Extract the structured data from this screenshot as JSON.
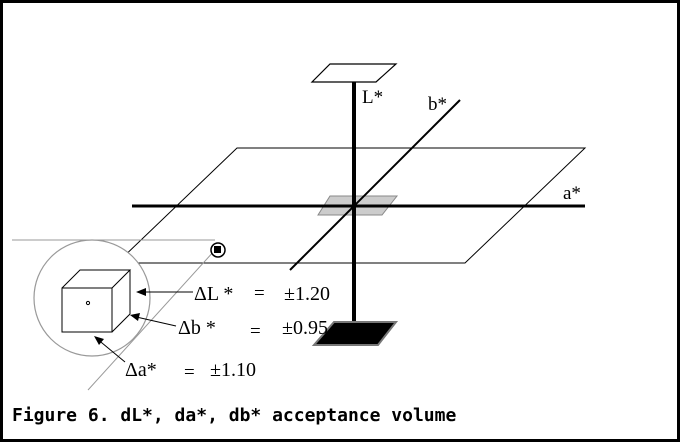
{
  "figure": {
    "axes": {
      "vertical": "L*",
      "diagonal": "b*",
      "horizontal": "a*"
    },
    "tolerances": [
      {
        "symbol": "ΔL *",
        "eq": "=",
        "value": "±1.20"
      },
      {
        "symbol": "Δb *",
        "eq": "=",
        "value": "±0.95"
      },
      {
        "symbol": "Δa*",
        "eq": "=",
        "value": "±1.10"
      }
    ],
    "caption": "Figure 6. dL*, da*, db* acceptance volume"
  }
}
